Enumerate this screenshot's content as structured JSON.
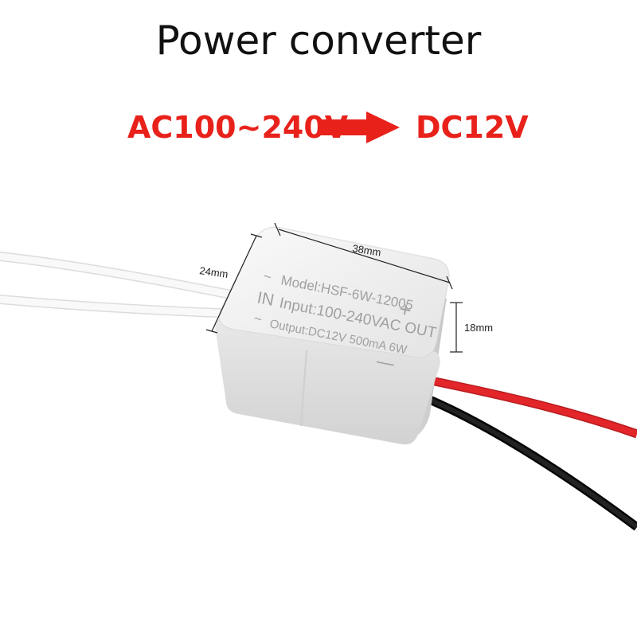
{
  "title": "Power converter",
  "conversion": {
    "input": "AC100~240V",
    "output": "DC12V",
    "color": "#e8221b"
  },
  "product": {
    "label_model": "Model:HSF-6W-12005",
    "label_input": "Input:100-240VAC OUT",
    "label_output": "Output:DC12V 500mA 6W",
    "label_in": "IN",
    "label_plus": "+",
    "label_minus": "—",
    "label_tilde_1": "~",
    "label_tilde_2": "~"
  },
  "dimensions": {
    "length": "38mm",
    "width": "24mm",
    "height": "18mm"
  },
  "colors": {
    "box": "#ececec",
    "wire_input": "#f6f6f6",
    "wire_positive": "#e3262a",
    "wire_negative": "#151515"
  }
}
